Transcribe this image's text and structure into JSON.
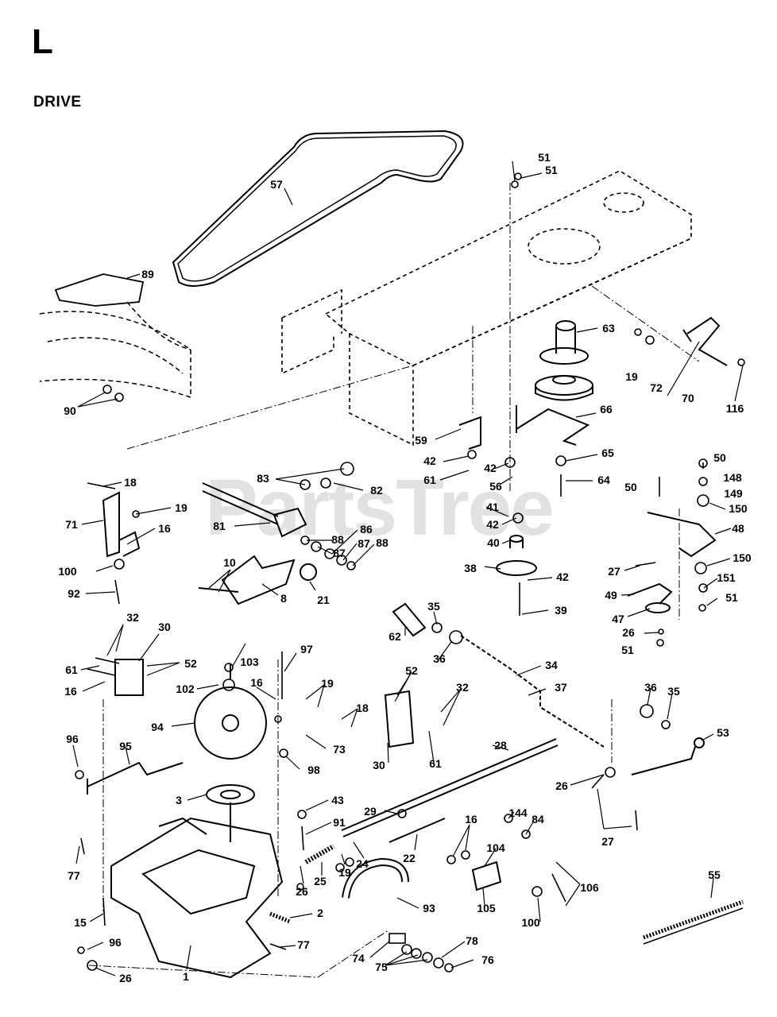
{
  "section_letter": "L",
  "section_title": "DRIVE",
  "watermark": "PartsTree",
  "callouts": [
    {
      "label": "57"
    },
    {
      "label": "51"
    },
    {
      "label": "51"
    },
    {
      "label": "89"
    },
    {
      "label": "63"
    },
    {
      "label": "19"
    },
    {
      "label": "72"
    },
    {
      "label": "70"
    },
    {
      "label": "116"
    },
    {
      "label": "90"
    },
    {
      "label": "66"
    },
    {
      "label": "59"
    },
    {
      "label": "42"
    },
    {
      "label": "42"
    },
    {
      "label": "65"
    },
    {
      "label": "61"
    },
    {
      "label": "56"
    },
    {
      "label": "64"
    },
    {
      "label": "50"
    },
    {
      "label": "50"
    },
    {
      "label": "148"
    },
    {
      "label": "149"
    },
    {
      "label": "18"
    },
    {
      "label": "83"
    },
    {
      "label": "82"
    },
    {
      "label": "19"
    },
    {
      "label": "71"
    },
    {
      "label": "16"
    },
    {
      "label": "81"
    },
    {
      "label": "88"
    },
    {
      "label": "87"
    },
    {
      "label": "86"
    },
    {
      "label": "87"
    },
    {
      "label": "88"
    },
    {
      "label": "41"
    },
    {
      "label": "42"
    },
    {
      "label": "40"
    },
    {
      "label": "150"
    },
    {
      "label": "48"
    },
    {
      "label": "150"
    },
    {
      "label": "100"
    },
    {
      "label": "10"
    },
    {
      "label": "38"
    },
    {
      "label": "42"
    },
    {
      "label": "27"
    },
    {
      "label": "151"
    },
    {
      "label": "92"
    },
    {
      "label": "21"
    },
    {
      "label": "8"
    },
    {
      "label": "49"
    },
    {
      "label": "51"
    },
    {
      "label": "39"
    },
    {
      "label": "47"
    },
    {
      "label": "32"
    },
    {
      "label": "30"
    },
    {
      "label": "62"
    },
    {
      "label": "35"
    },
    {
      "label": "26"
    },
    {
      "label": "51"
    },
    {
      "label": "36"
    },
    {
      "label": "61"
    },
    {
      "label": "52"
    },
    {
      "label": "103"
    },
    {
      "label": "97"
    },
    {
      "label": "34"
    },
    {
      "label": "16"
    },
    {
      "label": "102"
    },
    {
      "label": "16"
    },
    {
      "label": "19"
    },
    {
      "label": "52"
    },
    {
      "label": "37"
    },
    {
      "label": "32"
    },
    {
      "label": "18"
    },
    {
      "label": "36"
    },
    {
      "label": "35"
    },
    {
      "label": "94"
    },
    {
      "label": "73"
    },
    {
      "label": "30"
    },
    {
      "label": "61"
    },
    {
      "label": "53"
    },
    {
      "label": "96"
    },
    {
      "label": "95"
    },
    {
      "label": "28"
    },
    {
      "label": "98"
    },
    {
      "label": "26"
    },
    {
      "label": "3"
    },
    {
      "label": "43"
    },
    {
      "label": "27"
    },
    {
      "label": "29"
    },
    {
      "label": "16"
    },
    {
      "label": "144"
    },
    {
      "label": "84"
    },
    {
      "label": "91"
    },
    {
      "label": "22"
    },
    {
      "label": "104"
    },
    {
      "label": "77"
    },
    {
      "label": "26"
    },
    {
      "label": "25"
    },
    {
      "label": "19"
    },
    {
      "label": "24"
    },
    {
      "label": "106"
    },
    {
      "label": "55"
    },
    {
      "label": "15"
    },
    {
      "label": "93"
    },
    {
      "label": "105"
    },
    {
      "label": "2"
    },
    {
      "label": "100"
    },
    {
      "label": "96"
    },
    {
      "label": "77"
    },
    {
      "label": "78"
    },
    {
      "label": "74"
    },
    {
      "label": "76"
    },
    {
      "label": "75"
    },
    {
      "label": "26"
    },
    {
      "label": "1"
    }
  ]
}
